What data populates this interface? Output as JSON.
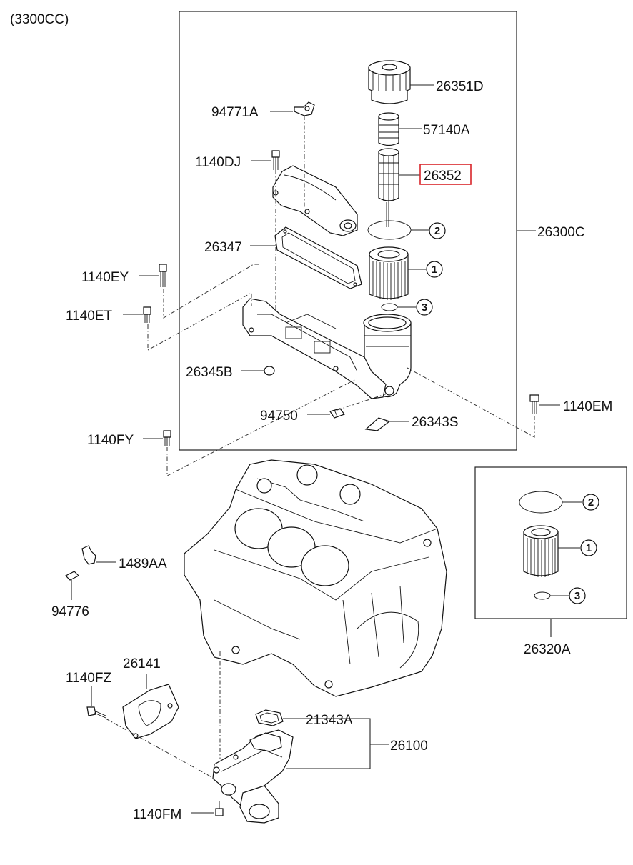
{
  "engine_spec": "(3300CC)",
  "parts": {
    "p26351D": "26351D",
    "p94771A": "94771A",
    "p57140A": "57140A",
    "p1140DJ": "1140DJ",
    "p26352": "26352",
    "p26347": "26347",
    "p26300C": "26300C",
    "p1140EY": "1140EY",
    "p1140ET": "1140ET",
    "p26345B": "26345B",
    "p94750": "94750",
    "p26343S": "26343S",
    "p1140EM": "1140EM",
    "p1140FY": "1140FY",
    "p1489AA": "1489AA",
    "p94776": "94776",
    "p26320A": "26320A",
    "p26141": "26141",
    "p1140FZ": "1140FZ",
    "p21343A": "21343A",
    "p26100": "26100",
    "p1140FM": "1140FM"
  },
  "callouts": {
    "c1": "1",
    "c2": "2",
    "c3": "3",
    "k1": "1",
    "k2": "2",
    "k3": "3"
  },
  "highlight_color": "#d9252a"
}
